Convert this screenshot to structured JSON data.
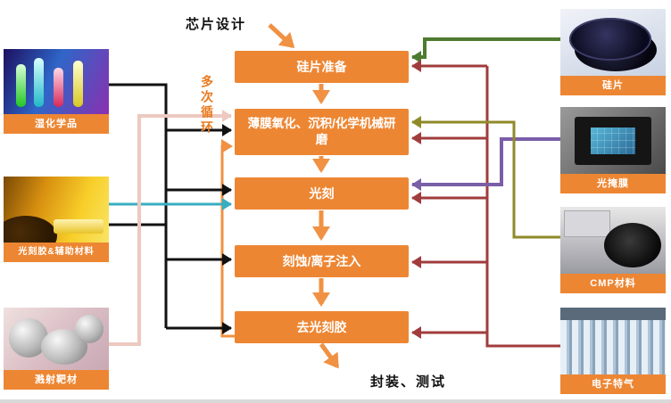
{
  "diagram": {
    "title_top": "芯片设计",
    "title_bottom": "封装、测试",
    "loop_label": "多次循环",
    "steps": [
      {
        "label": "硅片准备"
      },
      {
        "label": "薄膜氧化、沉积/化学机械研磨"
      },
      {
        "label": "光刻"
      },
      {
        "label": "刻蚀/离子注入"
      },
      {
        "label": "去光刻胶"
      }
    ],
    "left_materials": [
      {
        "label": "湿化学品",
        "image": "colorful-test-tubes-photo"
      },
      {
        "label": "光刻胶&辅助材料",
        "image": "yellow-photoresist-lab-photo"
      },
      {
        "label": "溅射靶材",
        "image": "metal-sputtering-targets-photo"
      }
    ],
    "right_materials": [
      {
        "label": "硅片",
        "image": "silicon-wafers-photo"
      },
      {
        "label": "光掩膜",
        "image": "photomask-photo"
      },
      {
        "label": "CMP材料",
        "image": "cmp-polisher-photo"
      },
      {
        "label": "电子特气",
        "image": "gas-cylinders-photo"
      }
    ],
    "colors": {
      "box_orange": "#ED8633",
      "flow_orange": "#F09143",
      "arrow_black": "#111111",
      "arrow_cyan": "#38AEC0",
      "arrow_pink": "#EDC9C0",
      "arrow_green": "#4E7B2F",
      "arrow_maroon": "#A13C3C",
      "arrow_purple": "#7A5EA8",
      "arrow_olive": "#8F8A28"
    }
  }
}
